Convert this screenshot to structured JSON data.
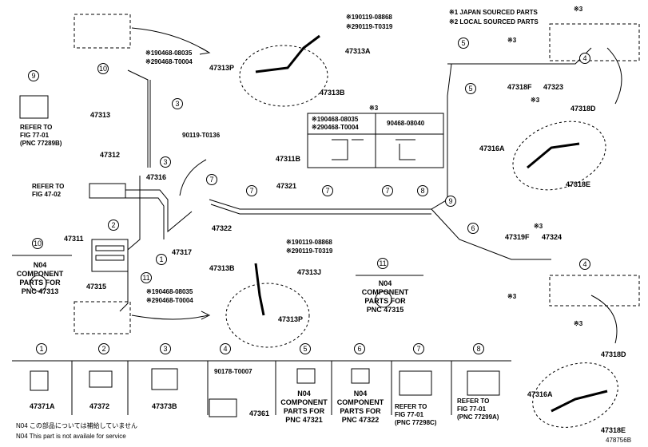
{
  "legend": {
    "note1": "※1 JAPAN SOURCED PARTS",
    "note2": "※2 LOCAL SOURCED PARTS"
  },
  "parts": {
    "p47313": "47313",
    "p47312": "47312",
    "p47316": "47316",
    "p47311": "47311",
    "p47315": "47315",
    "p47317": "47317",
    "p47322": "47322",
    "p47321": "47321",
    "p47313A": "47313A",
    "p47313P_top": "47313P",
    "p47313B_top": "47313B",
    "p47311B": "47311B",
    "p47318F": "47318F",
    "p47323": "47323",
    "p47318D_top": "47318D",
    "p47316A_top": "47316A",
    "p47318E_top": "47318E",
    "p47319F": "47319F",
    "p47324": "47324",
    "p47313B_bot": "47313B",
    "p47313J": "47313J",
    "p47313P_bot": "47313P",
    "p47318D_bot": "47318D",
    "p47316A_bot": "47316A",
    "p47318E_bot": "47318E",
    "p47371A": "47371A",
    "p47372": "47372",
    "p47373B": "47373B",
    "p47361": "47361"
  },
  "fasteners": {
    "top_bolt_1": "※190119-08868",
    "top_bolt_2": "※290119-T0319",
    "left_top_1": "※190468-08035",
    "left_top_2": "※290468-T0004",
    "bolt_90119": "90119-T0136",
    "box_left_1": "※190468-08035",
    "box_left_2": "※290468-T0004",
    "box_right": "90468-08040",
    "box_star": "※3",
    "mid_bolt_1": "※190119-08868",
    "mid_bolt_2": "※290119-T0319",
    "left_bot_1": "※190468-08035",
    "left_bot_2": "※290468-T0004",
    "clip_90178": "90178-T0007",
    "star3": "※3"
  },
  "refs": {
    "ref_7701_a": "REFER TO\nFIG 77-01\n(PNC 77289B)",
    "ref_4702": "REFER TO\nFIG 47-02",
    "comp_47313": "N04\nCOMPONENT\nPARTS FOR\nPNC 47313",
    "comp_47315": "N04\nCOMPONENT\nPARTS FOR\nPNC 47315",
    "comp_47321": "N04\nCOMPONENT\nPARTS FOR\nPNC 47321",
    "comp_47322": "N04\nCOMPONENT\nPARTS FOR\nPNC 47322",
    "ref_7701_c": "REFER TO\nFIG 77-01\n(PNC 77298C)",
    "ref_7701_b": "REFER TO\nFIG 77-01\n(PNC 77299A)"
  },
  "callouts": [
    "1",
    "2",
    "3",
    "4",
    "5",
    "6",
    "7",
    "8",
    "9",
    "10",
    "11"
  ],
  "footer": {
    "n04_jp": "N04    この部品については補給していません",
    "n04_en": "N04    This part is not availale for service",
    "drawing_no": "478756B"
  }
}
